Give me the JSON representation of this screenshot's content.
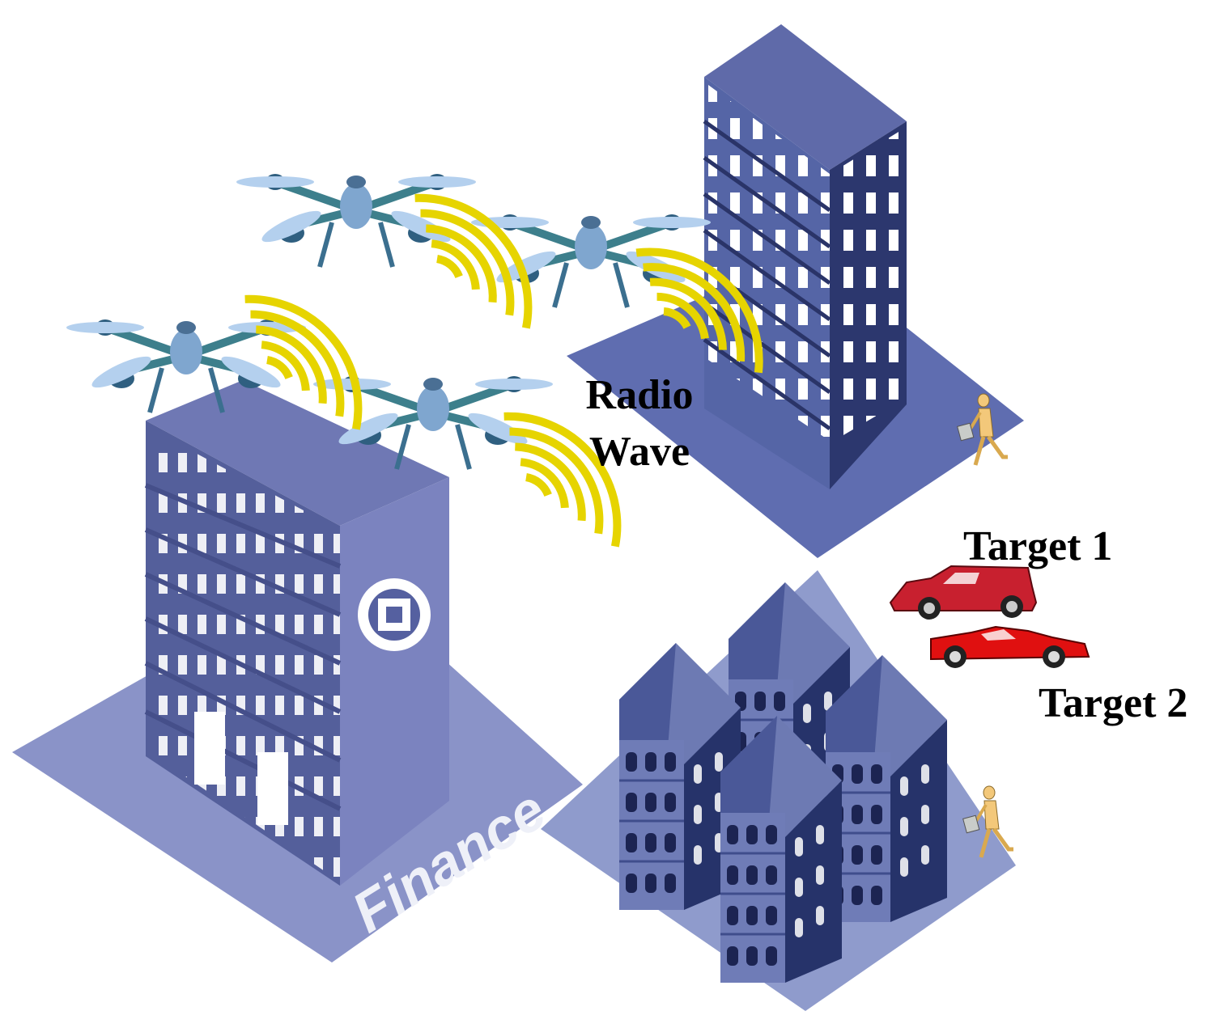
{
  "labels": {
    "radio_wave_line1": "Radio",
    "radio_wave_line2": "Wave",
    "target1": "Target 1",
    "target2": "Target 2",
    "building_sign": "Finance"
  },
  "colors": {
    "ground": "#8a93c8",
    "building_light": "#7b83bf",
    "building_mid": "#5d6aa6",
    "building_dark": "#2c376e",
    "window": "#ffffff",
    "radio_wave": "#e6d400",
    "drone_body": "#3d7f8c",
    "drone_prop": "#a9c8e8",
    "car1": "#c8202f",
    "car2": "#e01010",
    "pedestrian": "#f3c87a"
  }
}
